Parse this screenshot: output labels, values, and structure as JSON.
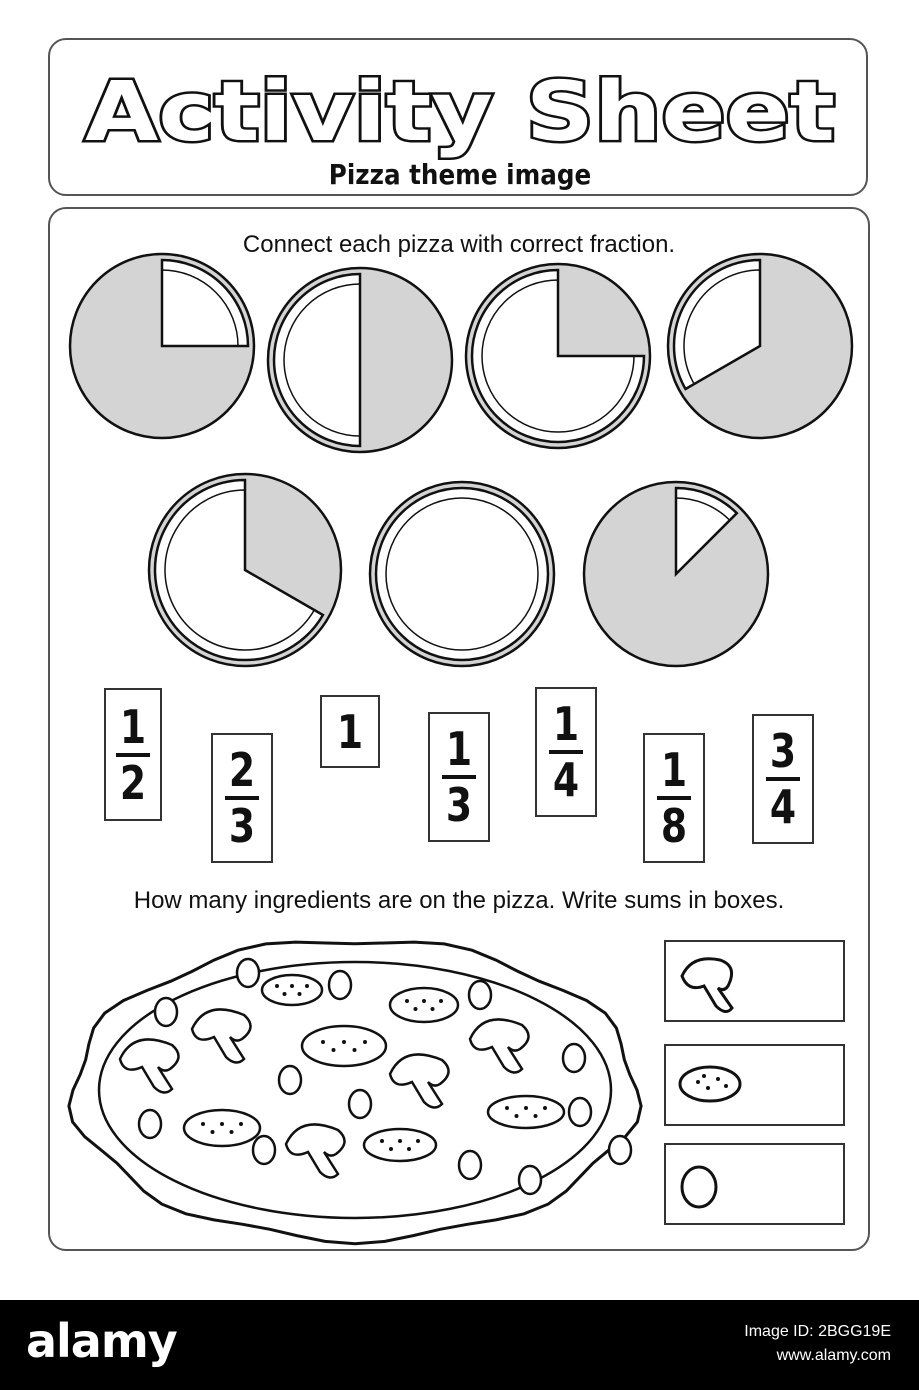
{
  "header": {
    "title": "Activity Sheet",
    "subtitle": "Pizza theme image"
  },
  "task1": {
    "instruction": "Connect each pizza with correct fraction."
  },
  "fractions": [
    {
      "numerator": "1",
      "denominator": "2"
    },
    {
      "numerator": "2",
      "denominator": "3"
    },
    {
      "whole": "1"
    },
    {
      "numerator": "1",
      "denominator": "3"
    },
    {
      "numerator": "1",
      "denominator": "4"
    },
    {
      "numerator": "1",
      "denominator": "8"
    },
    {
      "numerator": "3",
      "denominator": "4"
    }
  ],
  "task2": {
    "instruction": "How many ingredients are on the pizza. Write sums in boxes.",
    "answer_boxes": [
      {
        "ingredient": "mushroom"
      },
      {
        "ingredient": "sausage"
      },
      {
        "ingredient": "olive"
      }
    ]
  },
  "footer": {
    "logo": "alamy",
    "image_id": "Image ID: 2BGG19E",
    "site": "www.alamy.com"
  },
  "colors": {
    "slice_fill": "#d4d4d4",
    "outline": "#111111",
    "footer_bg": "#000000"
  }
}
